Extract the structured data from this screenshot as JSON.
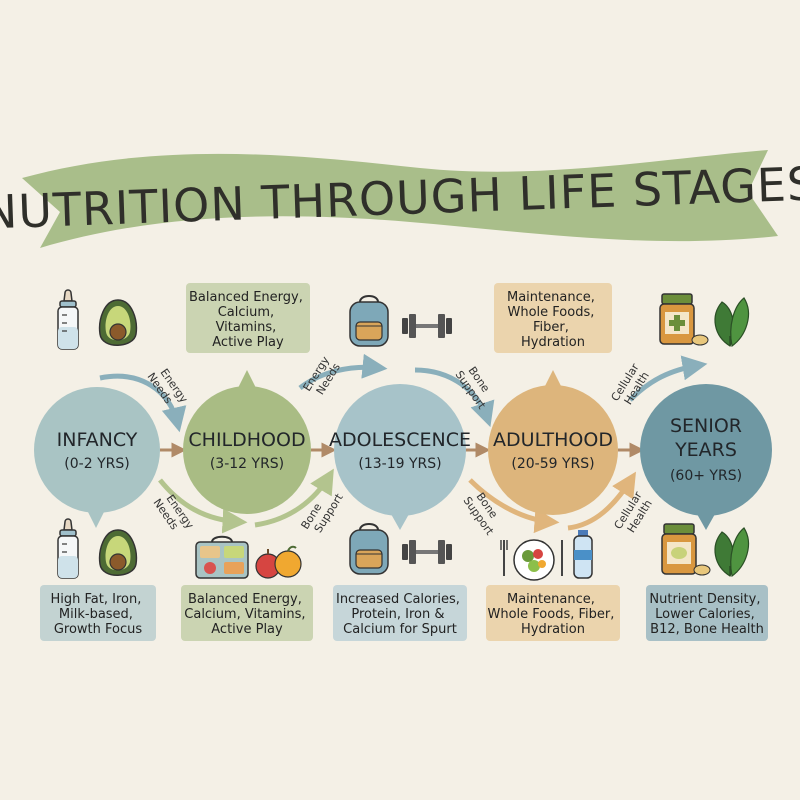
{
  "title": "NUTRITION THROUGH LIFE STAGES",
  "colors": {
    "background": "#f4f0e6",
    "banner": "#a9be8a",
    "infancy": "#a9c4c4",
    "childhood": "#a9bc84",
    "adolescence": "#a7c3c9",
    "adulthood": "#ddb57c",
    "senior": "#6f98a3",
    "arrow": "#8aafbb"
  },
  "stages": [
    {
      "name": "INFANCY",
      "range": "(0-2 YRS)"
    },
    {
      "name": "CHILDHOOD",
      "range": "(3-12 YRS)"
    },
    {
      "name": "ADOLESCENCE",
      "range": "(13-19 YRS)"
    },
    {
      "name": "ADULTHOOD",
      "range": "(20-59 YRS)"
    },
    {
      "name1": "SENIOR",
      "name2": "YEARS",
      "range": "(60+ YRS)"
    }
  ],
  "top_boxes": {
    "childhood": [
      "Balanced Energy,",
      "Calcium,",
      "Vitamins,",
      "Active Play"
    ],
    "adulthood": [
      "Maintenance,",
      "Whole Foods,",
      "Fiber,",
      "Hydration"
    ]
  },
  "bottom_boxes": {
    "infancy": [
      "High Fat, Iron,",
      "Milk-based,",
      "Growth Focus"
    ],
    "childhood": [
      "Balanced Energy,",
      "Calcium, Vitamins,",
      "Active Play"
    ],
    "adolescence": [
      "Increased Calories,",
      "Protein, Iron &",
      "Calcium for Spurt"
    ],
    "adulthood": [
      "Maintenance,",
      "Whole Foods, Fiber,",
      "Hydration"
    ],
    "senior": [
      "Nutrient Density,",
      "Lower Calories,",
      "B12, Bone Health"
    ]
  },
  "arrow_labels": {
    "top": [
      {
        "line1": "Energy",
        "line2": "Needs"
      },
      {
        "line1": "Energy",
        "line2": "Needs"
      },
      {
        "line1": "Bone",
        "line2": "Support"
      },
      {
        "line1": "Cellular",
        "line2": "Health"
      }
    ],
    "bottom": [
      {
        "line1": "Energy",
        "line2": "Needs"
      },
      {
        "line1": "Bone",
        "line2": "Support"
      },
      {
        "line1": "Bone",
        "line2": "Support"
      },
      {
        "line1": "Cellular",
        "line2": "Health"
      }
    ]
  },
  "icons": [
    "baby-bottle-icon",
    "avocado-icon",
    "backpack-icon",
    "dumbbell-icon",
    "supplement-jar-icon",
    "spinach-icon",
    "lunchbox-icon",
    "apple-icon",
    "salad-plate-icon",
    "water-bottle-icon"
  ]
}
